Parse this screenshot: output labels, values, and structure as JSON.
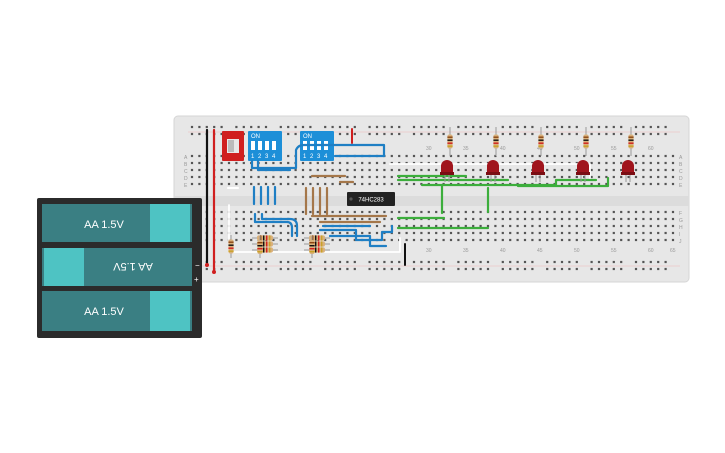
{
  "breadboard": {
    "row_letters_top": [
      "A",
      "B",
      "C",
      "D",
      "E"
    ],
    "row_letters_bottom": [
      "F",
      "G",
      "H",
      "I",
      "J"
    ],
    "column_numbers": [
      "30",
      "35",
      "40",
      "45",
      "50",
      "55",
      "60",
      "65"
    ]
  },
  "dip_switches": [
    {
      "on_label": "ON",
      "numbers": [
        "1",
        "2",
        "3",
        "4"
      ]
    },
    {
      "on_label": "ON",
      "numbers": [
        "1",
        "2",
        "3",
        "4"
      ]
    }
  ],
  "chip": {
    "label": "74HC283"
  },
  "battery_pack": {
    "cells": [
      {
        "label": "AA 1.5V",
        "flipped": false
      },
      {
        "label": "AA 1.5V",
        "flipped": true
      },
      {
        "label": "AA 1.5V",
        "flipped": false
      }
    ],
    "minus_sign": "−",
    "plus_sign": "+"
  },
  "leds": {
    "count": 5,
    "color": "#a0141c"
  },
  "colors": {
    "breadboard": "#e7e7e7",
    "wire_blue": "#1f7fc4",
    "wire_green": "#3cae3c",
    "wire_brown": "#a5774a",
    "wire_red": "#d01f1f",
    "wire_black": "#111111",
    "battery_cell": "#3a7f83",
    "battery_cap": "#4ec3c3",
    "switch_red": "#d01f1f",
    "dip_blue": "#1d8fd8"
  }
}
